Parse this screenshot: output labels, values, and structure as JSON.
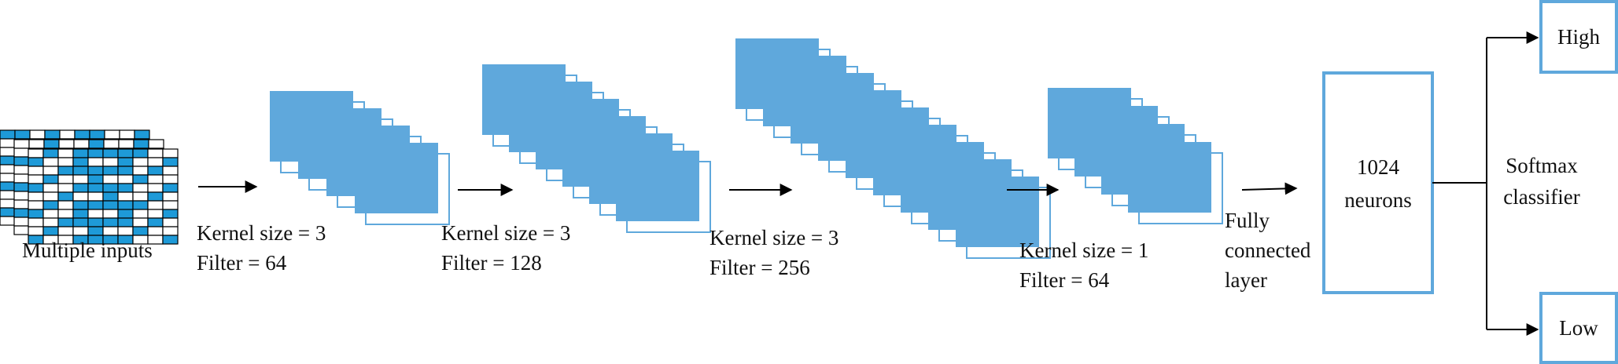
{
  "inputs": {
    "label": "Multiple inputs"
  },
  "conv1": {
    "kernel": "Kernel size = 3",
    "filter": "Filter = 64"
  },
  "conv2": {
    "kernel": "Kernel size = 3",
    "filter": "Filter = 128"
  },
  "conv3": {
    "kernel": "Kernel size = 3",
    "filter": "Filter = 256"
  },
  "conv4": {
    "kernel": "Kernel size = 1",
    "filter": "Filter = 64"
  },
  "fc": {
    "lines": [
      "Fully",
      "connected",
      "layer"
    ]
  },
  "neurons": {
    "lines": [
      "1024",
      "neurons"
    ]
  },
  "softmax": {
    "lines": [
      "Softmax",
      "classifier"
    ]
  },
  "outputs": {
    "high": "High",
    "low": "Low"
  },
  "colors": {
    "accent": "#5fa8dc",
    "border": "#5fa8dc",
    "line": "#000000"
  }
}
